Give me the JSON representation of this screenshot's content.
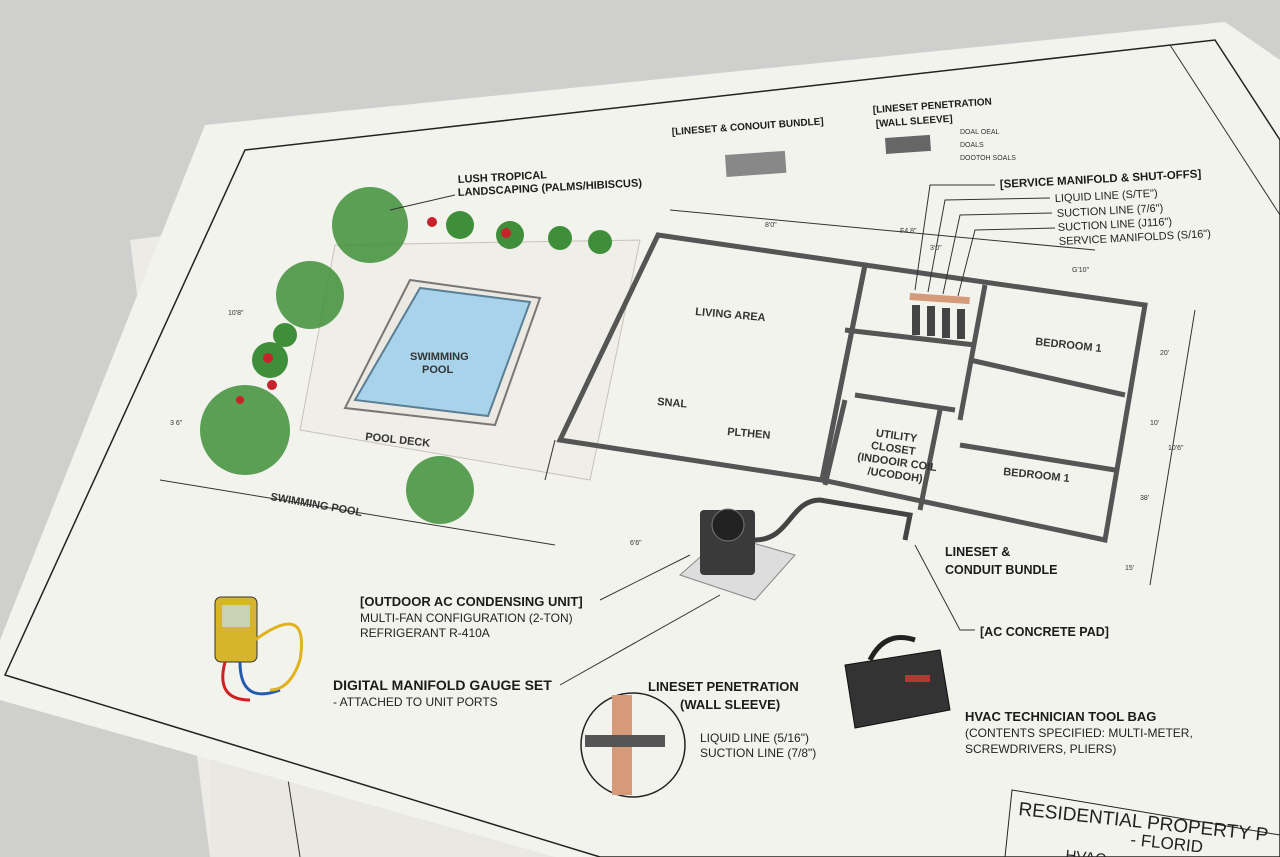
{
  "labels": {
    "landscaping": [
      "LUSH TROPICAL",
      "LANDSCAPING (PALMS/HIBISCUS)"
    ],
    "lineset_bundle_detail": "[LINESET & CONOUIT BUNDLE]",
    "penetration_detail": [
      "[LINESET PENETRATION",
      "[WALL SLEEVE]"
    ],
    "penetration_callouts": [
      "DOAL OEAL",
      "DOALS",
      "DOOTOH SOALS"
    ],
    "service_manifold": {
      "title": "[SERVICE MANIFOLD & SHUT-OFFS]",
      "items": [
        "LIQUID LINE (S/TE\")",
        "SUCTION LINE (7/6\")",
        "SUCTION LINE (J116\")",
        "SERVICE MANIFOLDS (S/16\")"
      ]
    },
    "rooms": {
      "swimming_pool": [
        "SWIMMING",
        "POOL"
      ],
      "pool_deck": "POOL DECK",
      "swimming_pool_bottom": "SWIMMING POOL",
      "living_area": "LIVING AREA",
      "snal": "SNAL",
      "plthen": "PLTHEN",
      "bedroom_top": "BEDROOM 1",
      "bedroom_bottom": "BEDROOM 1",
      "utility_closet": [
        "UTILITY",
        "CLOSET",
        "(INDOOIR COIL",
        "/UCODOH)"
      ]
    },
    "outdoor_unit": {
      "title": "[OUTDOOR AC CONDENSING UNIT]",
      "lines": [
        "MULTI-FAN CONFIGURATION (2-TON)",
        "REFRIGERANT R-410A"
      ]
    },
    "gauge_set": {
      "title": "DIGITAL MANIFOLD GAUGE SET",
      "sub": "- ATTACHED TO UNIT PORTS"
    },
    "wall_sleeve": {
      "title": [
        "LINESET PENETRATION",
        "(WALL SLEEVE)"
      ],
      "items": [
        "LIQUID LINE (5/16\")",
        "SUCTION LINE (7/8\")"
      ]
    },
    "lineset_bundle": [
      "LINESET &",
      "CONDUIT BUNDLE"
    ],
    "concrete_pad": "[AC CONCRETE PAD]",
    "tool_bag": {
      "title": "HVAC TECHNICIAN TOOL BAG",
      "lines": [
        "(CONTENTS SPECIFIED: MULTI-METER,",
        "SCREWDRIVERS, PLIERS)"
      ]
    },
    "title_block": [
      "RESIDENTIAL PROPERTY P",
      "- FLORID",
      "HVAC"
    ],
    "dimensions": [
      "8'0\"",
      "F4.8\"",
      "G'10\"",
      "3'0\"",
      "20'",
      "10'",
      "10'6\"",
      "38'",
      "15'",
      "10'8\"",
      "3 6\"",
      "6'6\""
    ]
  },
  "colors": {
    "paper": "#f3f3ee",
    "background": "#cfcfcd",
    "pool": "#a9d3ea",
    "copper": "#d49a7a",
    "foliage": "#3f8f3a",
    "hibiscus": "#c8232c"
  }
}
